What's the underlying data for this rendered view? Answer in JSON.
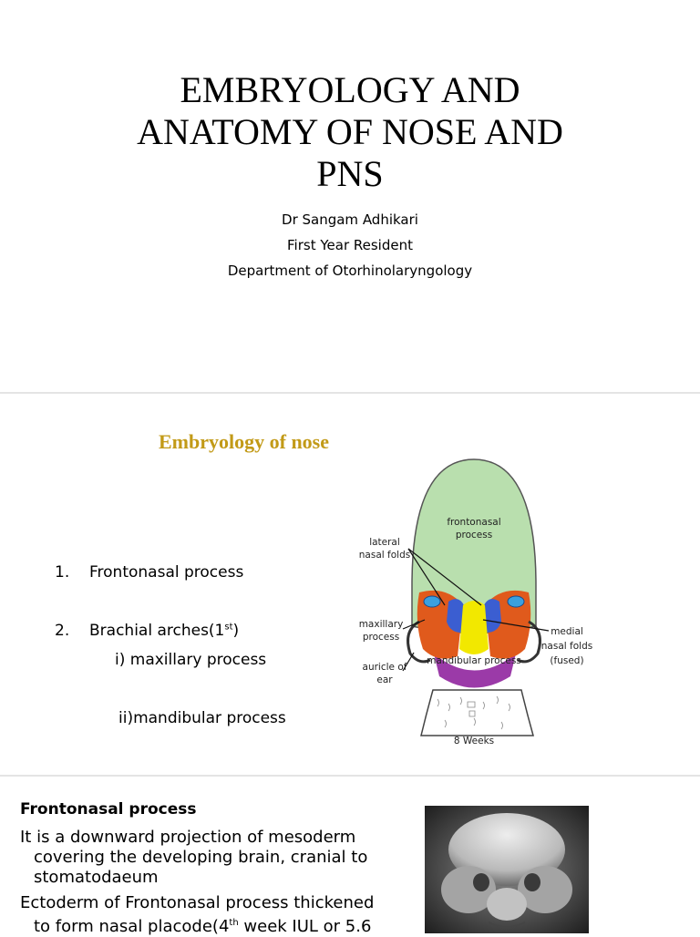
{
  "slide1": {
    "title_lines": [
      "EMBRYOLOGY AND",
      "ANATOMY OF NOSE AND",
      "PNS"
    ],
    "author": "Dr Sangam Adhikari",
    "role": "First Year Resident",
    "department": "Department of Otorhinolaryngology"
  },
  "slide2": {
    "heading": "Embryology  of nose",
    "item1_num": "1.",
    "item1_label": "Frontonasal process",
    "item2_num": "2.",
    "item2_label": "Brachial arches(1",
    "item2_sup": "st",
    "item2_close": ")",
    "sub1": "i) maxillary process",
    "sub2": "ii)mandibular  process",
    "diagram": {
      "frontonasal": [
        "frontonasal",
        "process"
      ],
      "lateral": [
        "lateral",
        "nasal folds"
      ],
      "maxillary": [
        "maxillary",
        "process"
      ],
      "auricle": [
        "auricle of",
        "ear"
      ],
      "medial": [
        "medial",
        "nasal folds",
        "(fused)"
      ],
      "mandibular": "mandibular process",
      "weeks": "8 Weeks"
    }
  },
  "slide3": {
    "heading": "Frontonasal process",
    "p1_line1": "It is a downward projection of mesoderm",
    "p1_cont1": "covering the developing brain, cranial to",
    "p1_cont2": "stomatodaeum",
    "p2_line1": "Ectoderm of Frontonasal process thickened",
    "p2_cont_a": "to form nasal placode(4",
    "p2_sup": "th",
    "p2_cont_b": " week IUL or 5.6"
  }
}
